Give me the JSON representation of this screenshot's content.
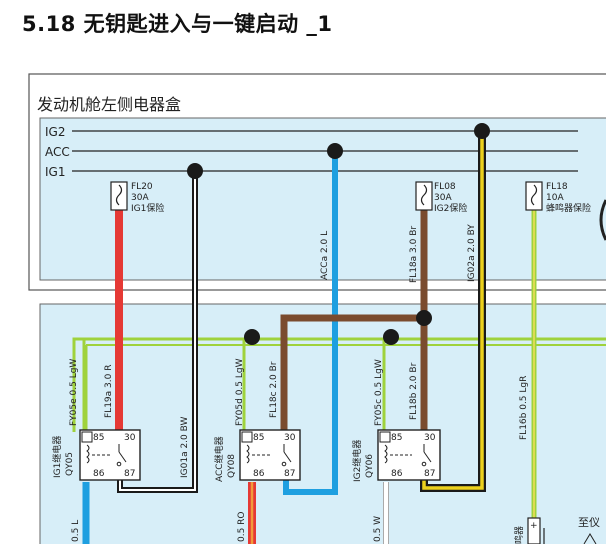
{
  "page_title": "5.18 无钥匙进入与一键启动 _1",
  "box_title": "发动机舱左侧电器盒",
  "buses": {
    "ig2": "IG2",
    "acc": "ACC",
    "ig1": "IG1"
  },
  "fuses": [
    {
      "id": "FL20",
      "rating": "30A",
      "desc": "IG1保险"
    },
    {
      "id": "FL08",
      "rating": "30A",
      "desc": "IG2保险"
    },
    {
      "id": "FL18",
      "rating": "10A",
      "desc": "蜂鸣器保险"
    }
  ],
  "wires": {
    "fl19a": "FL19a 3.0 R",
    "g01a": "IG01a 2.0 BW",
    "acca": "ACCa 2.0 L",
    "fl18a": "FL18a 3.0 Br",
    "g02a": "IG02a 2.0 BY",
    "fy05e": "FY05e 0.5 LgW",
    "fy05d": "FY05d 0.5 LgW",
    "fl18c": "FL18c 2.0 Br",
    "fy05c": "FY05c 0.5 LgW",
    "fl18b": "FL18b 2.0 Br",
    "fl16b": "FL16b 0.5 LgR",
    "out1": "0.5 L",
    "out2": "0.5 RO",
    "out3": "0.5 W"
  },
  "relays": [
    {
      "name": "IG1继电器",
      "code": "QY05",
      "pins": [
        "85",
        "30",
        "86",
        "87"
      ]
    },
    {
      "name": "ACC继电器",
      "code": "QY08",
      "pins": [
        "85",
        "30",
        "86",
        "87"
      ]
    },
    {
      "name": "IG2继电器",
      "code": "QY06",
      "pins": [
        "85",
        "30",
        "86",
        "87"
      ]
    }
  ],
  "bottom_right": {
    "label": "至仪",
    "partial": "鸣器"
  },
  "colors": {
    "panel": "#d7eef8",
    "border": "#555555",
    "red": "#e53935",
    "blue": "#1e9fe0",
    "brown": "#7a4b2e",
    "yellow": "#ecd11d",
    "green": "#9fd23c",
    "black": "#1a1a1a"
  }
}
